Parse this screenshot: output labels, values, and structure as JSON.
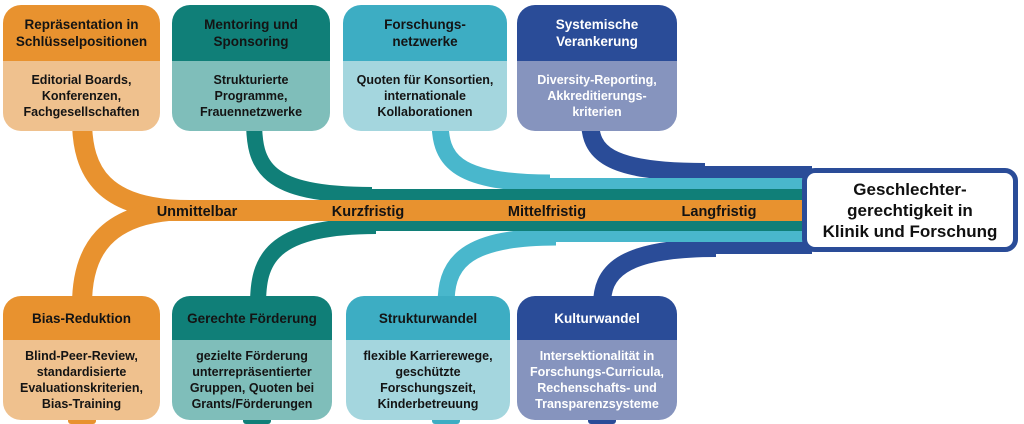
{
  "colors": {
    "orange": "#E8922F",
    "orange_light": "#EFC18E",
    "teal": "#107F78",
    "teal_light": "#7FBEBA",
    "cyan": "#3DADC3",
    "cyan_light": "#A4D6DE",
    "cyan_band": "#49B7CC",
    "blue": "#2A4C98",
    "blue_light": "#8694BE",
    "text_dark": "#141414",
    "text_light": "#FFFFFF"
  },
  "timeline": {
    "labels": [
      "Unmittelbar",
      "Kurzfristig",
      "Mittelfristig",
      "Langfristig"
    ]
  },
  "target": {
    "title": "Geschlechter-\ngerechtigkeit in\nKlinik und Forschung"
  },
  "boxes": {
    "top": [
      {
        "title": "Repräsentation in\nSchlüsselpositionen",
        "detail": "Editorial Boards,\nKonferenzen,\nFachgesellschaften"
      },
      {
        "title": "Mentoring und\nSponsoring",
        "detail": "Strukturierte\nProgramme,\nFrauennetzwerke"
      },
      {
        "title": "Forschungs-\nnetzwerke",
        "detail": "Quoten für Konsortien,\ninternationale\nKollaborationen"
      },
      {
        "title": "Systemische\nVerankerung",
        "detail": "Diversity-Reporting,\nAkkreditierungs-\nkriterien"
      }
    ],
    "bottom": [
      {
        "title": "Bias-Reduktion",
        "detail": "Blind-Peer-Review,\nstandardisierte\nEvaluationskriterien,\nBias-Training"
      },
      {
        "title": "Gerechte Förderung",
        "detail": "gezielte Förderung\nunterrepräsentierter\nGruppen, Quoten bei\nGrants/Förderungen"
      },
      {
        "title": "Strukturwandel",
        "detail": "flexible Karrierewege,\ngeschützte\nForschungszeit,\nKinderbetreuung"
      },
      {
        "title": "Kulturwandel",
        "detail": "Intersektionalität in\nForschungs-Curricula,\nRechenschafts- und\nTransparenzsysteme"
      }
    ]
  }
}
